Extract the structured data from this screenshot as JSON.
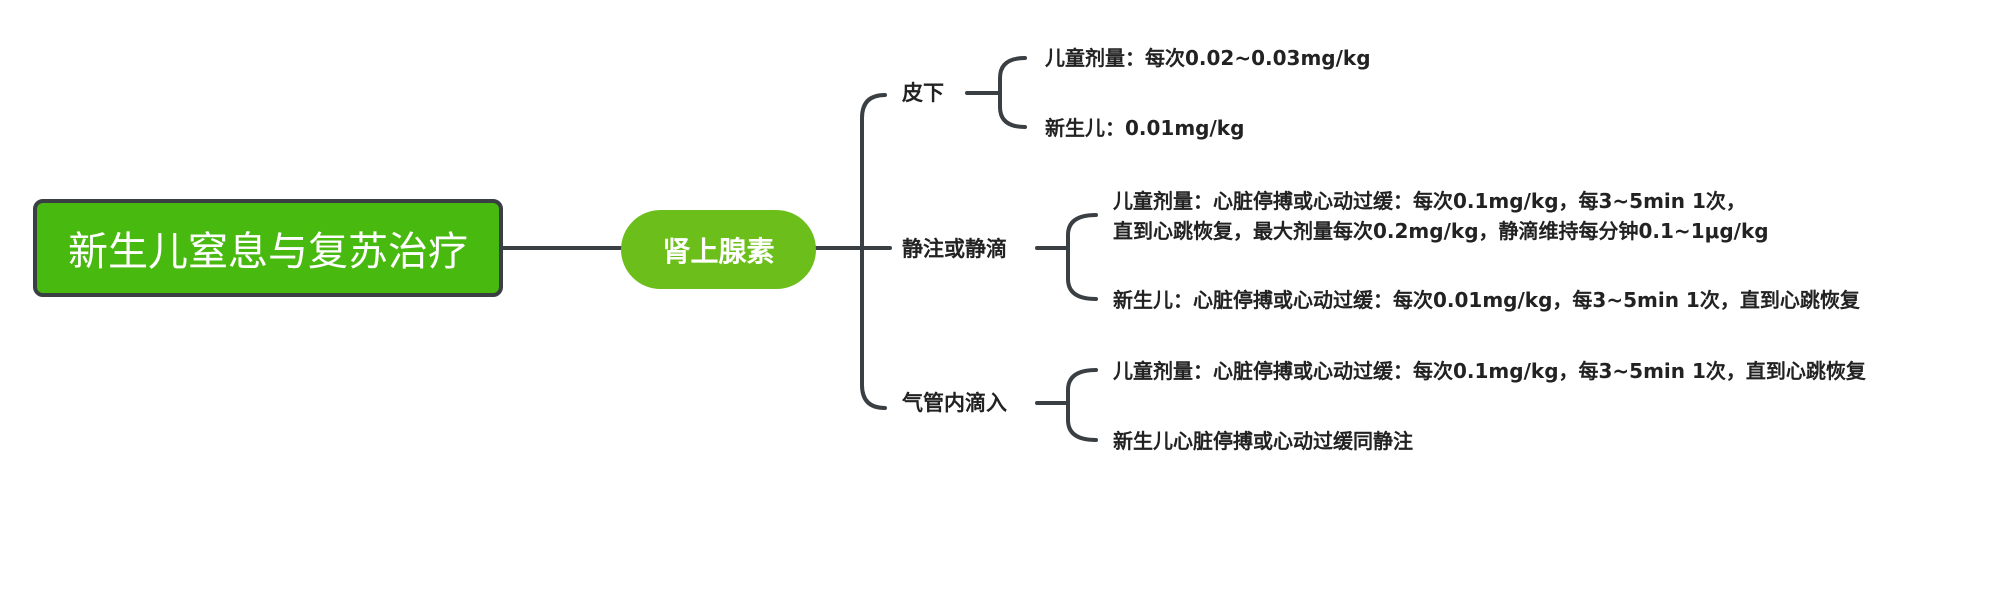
{
  "root": {
    "label": "新生儿窒息与复苏治疗"
  },
  "main": {
    "label": "肾上腺素"
  },
  "branches": [
    {
      "label": "皮下",
      "leaves": [
        {
          "lines": [
            "儿童剂量：每次0.02~0.03mg/kg"
          ]
        },
        {
          "lines": [
            "新生儿：0.01mg/kg"
          ]
        }
      ]
    },
    {
      "label": "静注或静滴",
      "leaves": [
        {
          "lines": [
            "儿童剂量：心脏停搏或心动过缓：每次0.1mg/kg，每3~5min 1次，",
            "直到心跳恢复，最大剂量每次0.2mg/kg，静滴维持每分钟0.1~1μg/kg"
          ]
        },
        {
          "lines": [
            "新生儿：心脏停搏或心动过缓：每次0.01mg/kg，每3~5min 1次，直到心跳恢复"
          ]
        }
      ]
    },
    {
      "label": "气管内滴入",
      "leaves": [
        {
          "lines": [
            "儿童剂量：心脏停搏或心动过缓：每次0.1mg/kg，每3~5min 1次，直到心跳恢复"
          ]
        },
        {
          "lines": [
            "新生儿心脏停搏或心动过缓同静注"
          ]
        }
      ]
    }
  ],
  "colors": {
    "root_fill": "#48b90e",
    "main_fill": "#6cbf1a",
    "connector": "#3a3f44"
  }
}
